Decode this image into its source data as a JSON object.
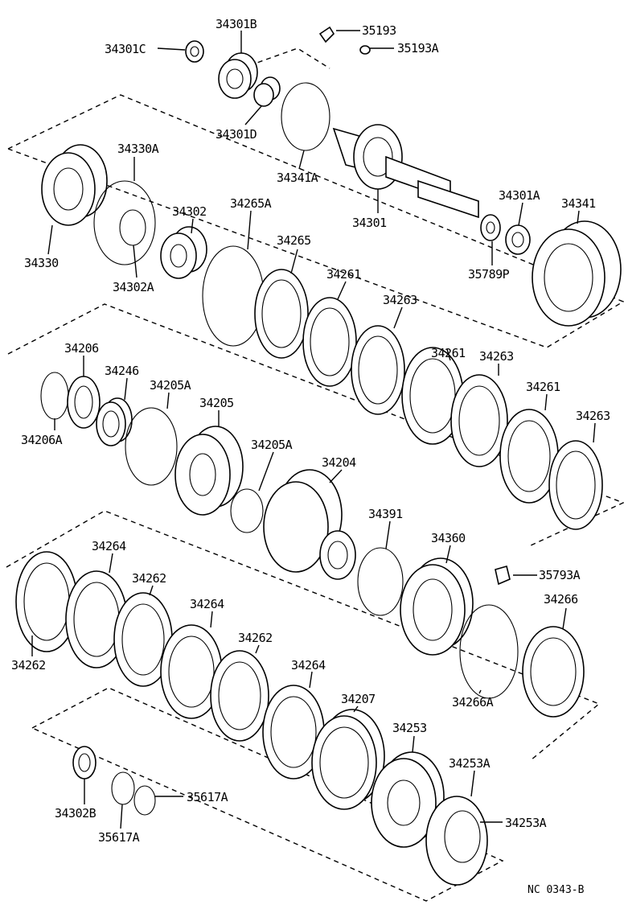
{
  "diagram_code": "NC 0343-B",
  "labels": {
    "p34301C": "34301C",
    "p34301B": "34301B",
    "p35193": "35193",
    "p35193A": "35193A",
    "p34301D": "34301D",
    "p34330A": "34330A",
    "p34341A": "34341A",
    "p34301": "34301",
    "p34301A": "34301A",
    "p34341": "34341",
    "p34330": "34330",
    "p34302": "34302",
    "p34265A": "34265A",
    "p34265": "34265",
    "p34302A": "34302A",
    "p35789P": "35789P",
    "p34261_1": "34261",
    "p34263_1": "34263",
    "p34206": "34206",
    "p34246": "34246",
    "p34205A_1": "34205A",
    "p34205": "34205",
    "p34261_2": "34261",
    "p34263_2": "34263",
    "p34261_3": "34261",
    "p34263_3": "34263",
    "p34206A": "34206A",
    "p34205A_2": "34205A",
    "p34204": "34204",
    "p34391": "34391",
    "p34360": "34360",
    "p35793A": "35793A",
    "p34264_1": "34264",
    "p34262_1": "34262",
    "p34264_2": "34264",
    "p34262_2": "34262",
    "p34266": "34266",
    "p34262_3": "34262",
    "p34264_3": "34264",
    "p34207": "34207",
    "p34266A": "34266A",
    "p34253": "34253",
    "p34253A_1": "34253A",
    "p34302B": "34302B",
    "p35617A_1": "35617A",
    "p35617A_2": "35617A",
    "p34253A_2": "34253A"
  }
}
